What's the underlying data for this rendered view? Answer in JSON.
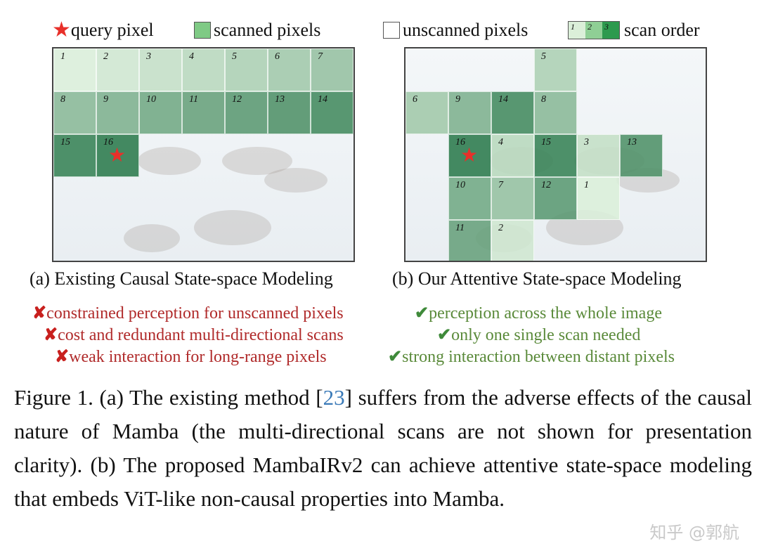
{
  "legend": {
    "query": "query pixel",
    "scanned": "scanned pixels",
    "unscanned": "unscanned pixels",
    "order_nums": [
      "1",
      "2",
      "3"
    ],
    "order": "scan order"
  },
  "panels": [
    {
      "caption": "(a) Existing Causal State-space Modeling",
      "query_cell": 16,
      "cells": [
        {
          "n": 1,
          "row": 0,
          "col": 0
        },
        {
          "n": 2,
          "row": 0,
          "col": 1
        },
        {
          "n": 3,
          "row": 0,
          "col": 2
        },
        {
          "n": 4,
          "row": 0,
          "col": 3
        },
        {
          "n": 5,
          "row": 0,
          "col": 4
        },
        {
          "n": 6,
          "row": 0,
          "col": 5
        },
        {
          "n": 7,
          "row": 0,
          "col": 6
        },
        {
          "n": 8,
          "row": 1,
          "col": 0
        },
        {
          "n": 9,
          "row": 1,
          "col": 1
        },
        {
          "n": 10,
          "row": 1,
          "col": 2
        },
        {
          "n": 11,
          "row": 1,
          "col": 3
        },
        {
          "n": 12,
          "row": 1,
          "col": 4
        },
        {
          "n": 13,
          "row": 1,
          "col": 5
        },
        {
          "n": 14,
          "row": 1,
          "col": 6
        },
        {
          "n": 15,
          "row": 2,
          "col": 0
        },
        {
          "n": 16,
          "row": 2,
          "col": 1
        }
      ]
    },
    {
      "caption": "(b) Our Attentive State-space Modeling",
      "query_cell": 16,
      "cells": [
        {
          "n": 5,
          "row": 0,
          "col": 3
        },
        {
          "n": 6,
          "row": 1,
          "col": 0
        },
        {
          "n": 9,
          "row": 1,
          "col": 1
        },
        {
          "n": 14,
          "row": 1,
          "col": 2
        },
        {
          "n": 8,
          "row": 1,
          "col": 3
        },
        {
          "n": 16,
          "row": 2,
          "col": 1
        },
        {
          "n": 4,
          "row": 2,
          "col": 2
        },
        {
          "n": 15,
          "row": 2,
          "col": 3
        },
        {
          "n": 3,
          "row": 2,
          "col": 4
        },
        {
          "n": 13,
          "row": 2,
          "col": 5
        },
        {
          "n": 10,
          "row": 3,
          "col": 1
        },
        {
          "n": 7,
          "row": 3,
          "col": 2
        },
        {
          "n": 12,
          "row": 3,
          "col": 3
        },
        {
          "n": 1,
          "row": 3,
          "col": 4
        },
        {
          "n": 11,
          "row": 4,
          "col": 1
        },
        {
          "n": 2,
          "row": 4,
          "col": 2
        }
      ]
    }
  ],
  "cons": [
    "constrained perception for unscanned pixels",
    "cost and redundant multi-directional scans",
    "weak interaction for long-range pixels"
  ],
  "pros": [
    "perception across the whole image",
    "only one single scan needed",
    "strong interaction between distant pixels"
  ],
  "caption": {
    "pre": "Figure 1.  (a) The existing method [",
    "ref": "23",
    "post": "] suffers from the adverse effects of the causal nature of Mamba (the multi-directional scans are not shown for presentation clarity).  (b) The proposed MambaIRv2 can achieve attentive state-space modeling that embeds ViT-like non-causal properties into Mamba."
  },
  "watermark": "知乎 @郭航",
  "colors": {
    "light": "#dbefd9",
    "dark": "#2b7a4c",
    "star": "#e8302a"
  }
}
